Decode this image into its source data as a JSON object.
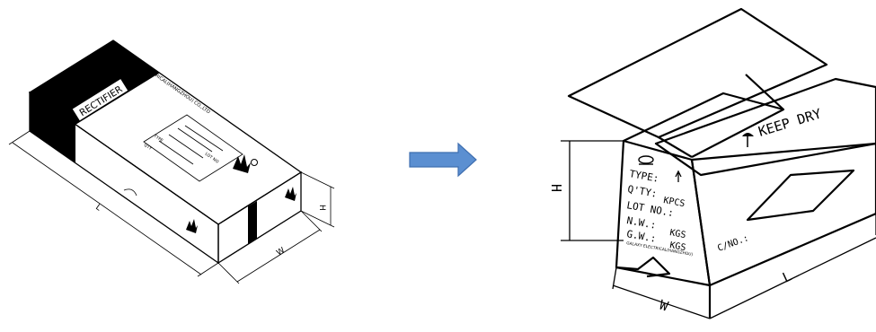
{
  "left_box": {
    "label_band": "RECTIFIER",
    "company_line": "GALAXY ELECTRICAL(HANGZHOU) CO.,LTD",
    "field_type": "TYPE",
    "field_qty": "QTY",
    "field_lotno": "LOT NO",
    "dim_length": "L",
    "dim_width": "W",
    "dim_height": "H"
  },
  "arrow": {
    "color": "#5b8fd1"
  },
  "right_box": {
    "keep_dry": "KEEP DRY",
    "type_label": "TYPE:",
    "qty_label": "Q'TY:",
    "qty_unit": "KPCS",
    "lot_label": "LOT NO.:",
    "nw_label": "N.W.:",
    "nw_unit": "KGS",
    "gw_label": "G.W.:",
    "gw_unit": "KGS",
    "fine_print": "GALAXY ELECTRICAL(HANGZHOU)",
    "cno_label": "C/NO.:",
    "dim_height": "H",
    "dim_width": "W",
    "dim_length": "L"
  }
}
